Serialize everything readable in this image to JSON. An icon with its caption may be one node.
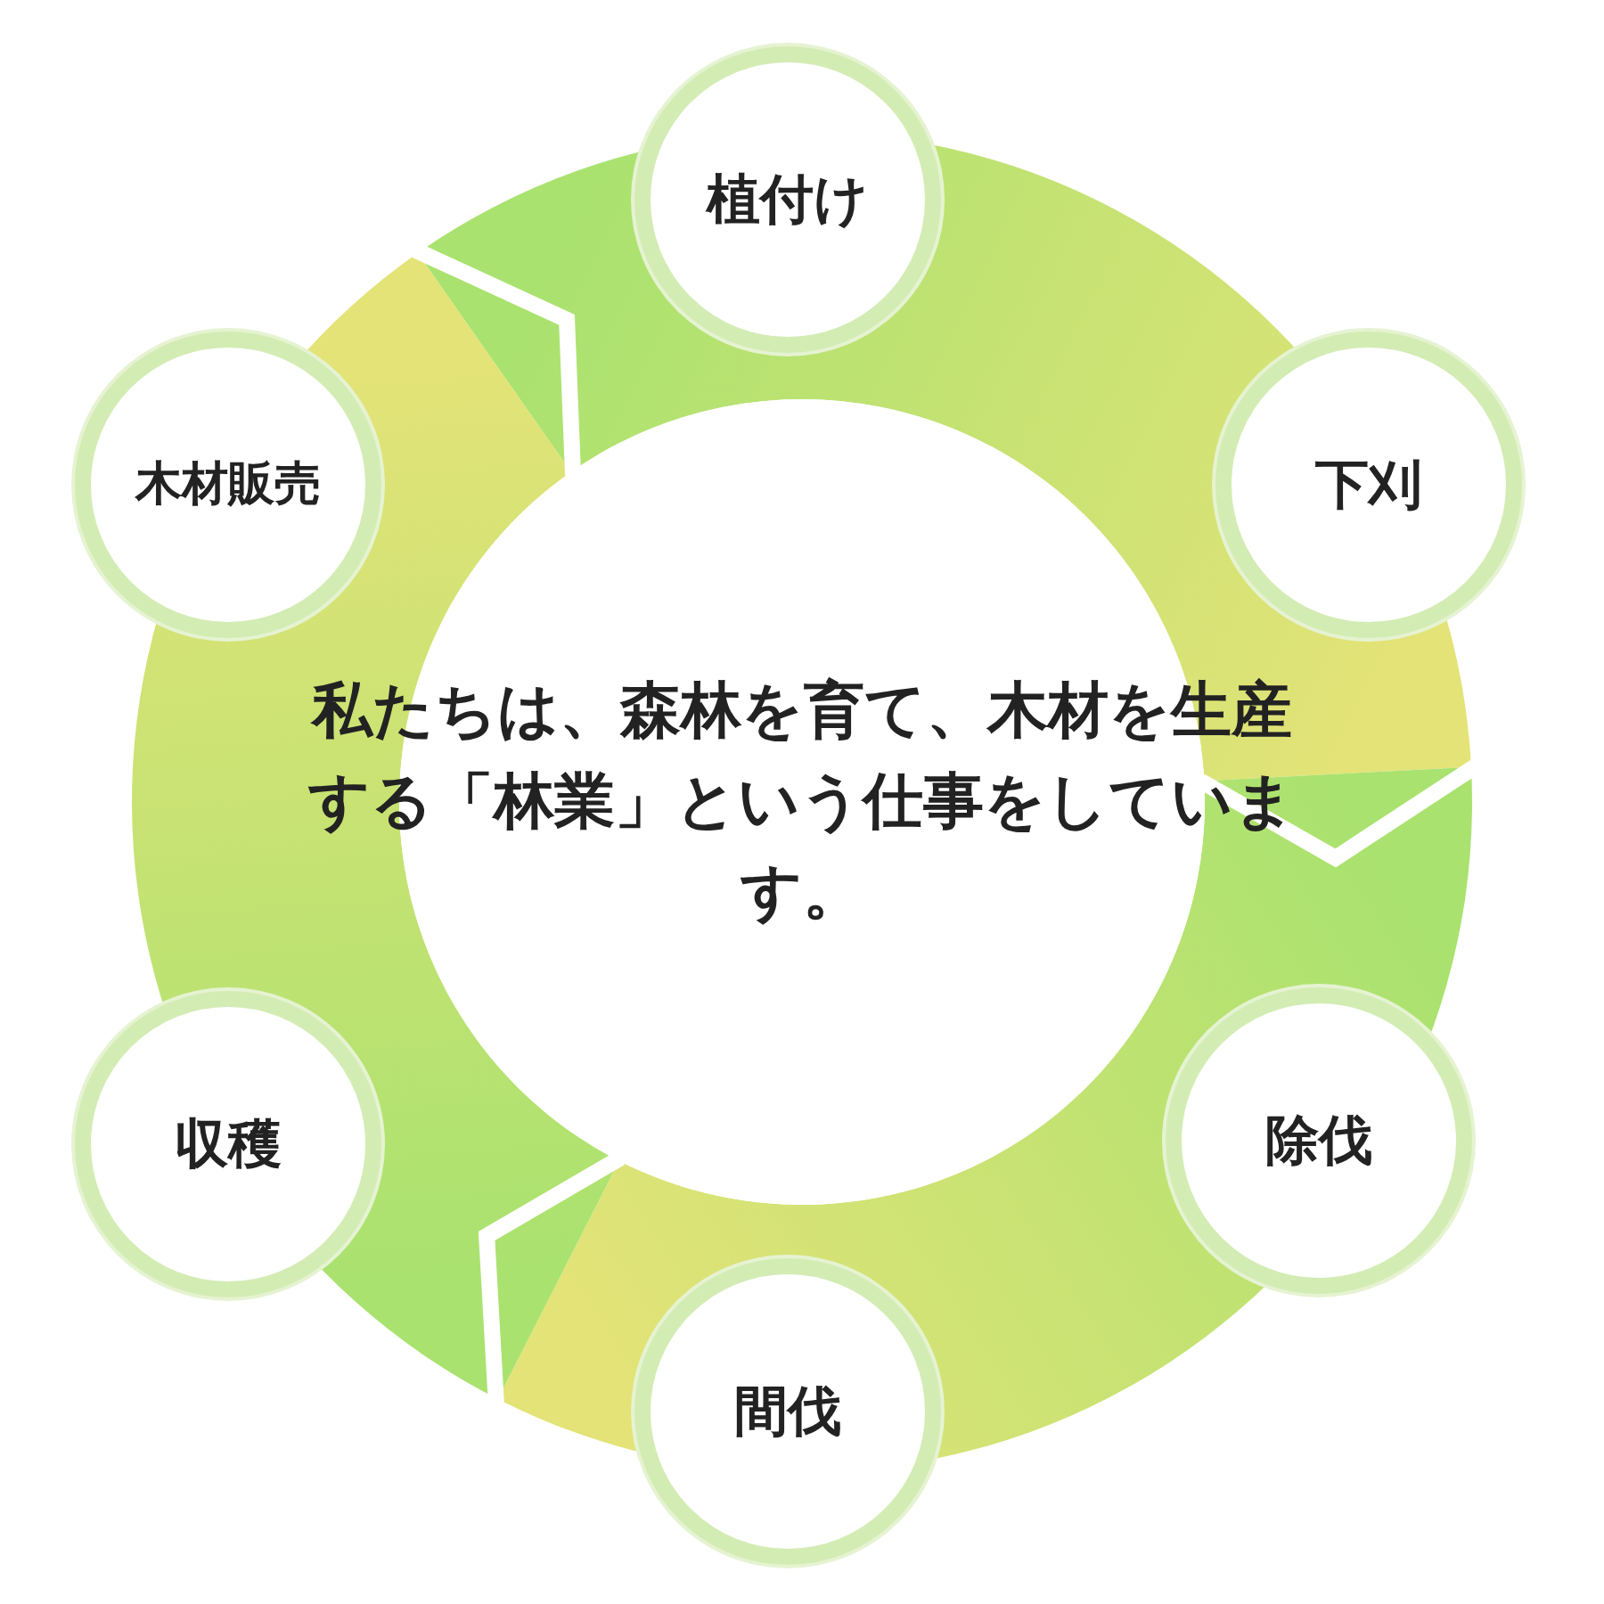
{
  "diagram": {
    "nodes": [
      {
        "text": [
          "植付け"
        ]
      },
      {
        "text": [
          "木材販売"
        ]
      },
      {
        "text": [
          "下刈"
        ]
      },
      {
        "text": [
          "私たちは、森林を育て、木材を生産する「林業」という仕事をしています。"
        ]
      },
      {
        "text": [
          "収穫"
        ]
      },
      {
        "text": [
          "除伐"
        ]
      },
      {
        "text": [
          "間伐"
        ]
      }
    ]
  }
}
